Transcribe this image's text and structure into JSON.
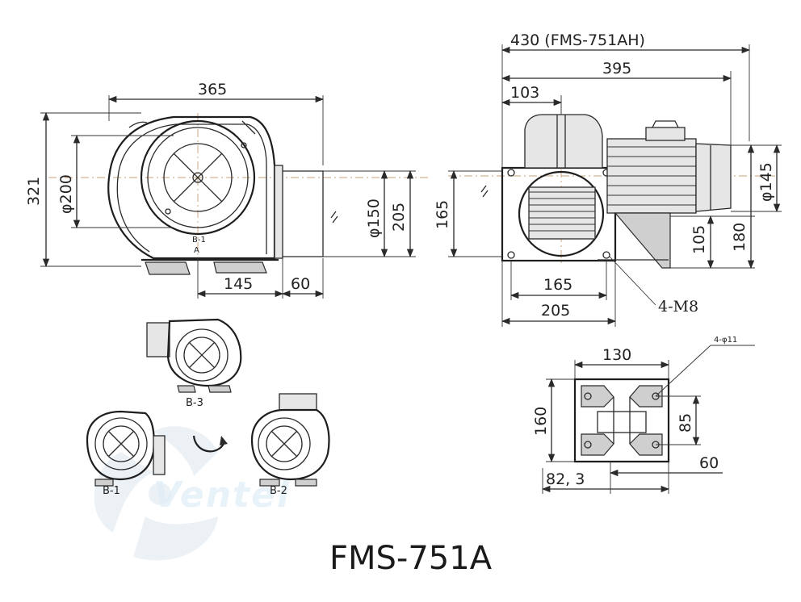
{
  "model_title": "FMS-751A",
  "watermark": "Ventel",
  "side_view": {
    "width_total": "365",
    "height_total": "321",
    "inlet_diameter": "φ200",
    "outlet_diameter": "φ150",
    "outlet_height": "205",
    "base_length": "145",
    "outlet_depth": "60",
    "direction_mark": "B-1\nA"
  },
  "front_view": {
    "length_ah": "430 (FMS-751AH)",
    "length": "395",
    "inlet_offset": "103",
    "flange_height": "165",
    "flange_width_inner": "165",
    "flange_width_outer": "205",
    "bolt_label": "4-M8",
    "motor_diameter": "φ145",
    "shaft_height": "105",
    "base_height": "180"
  },
  "base_view": {
    "width": "130",
    "hole_label": "4-φ11",
    "height": "160",
    "hole_pitch": "85",
    "offset": "82, 3",
    "foot_width": "60"
  },
  "orientations": {
    "b1": "B-1",
    "b2": "B-2",
    "b3": "B-3"
  }
}
